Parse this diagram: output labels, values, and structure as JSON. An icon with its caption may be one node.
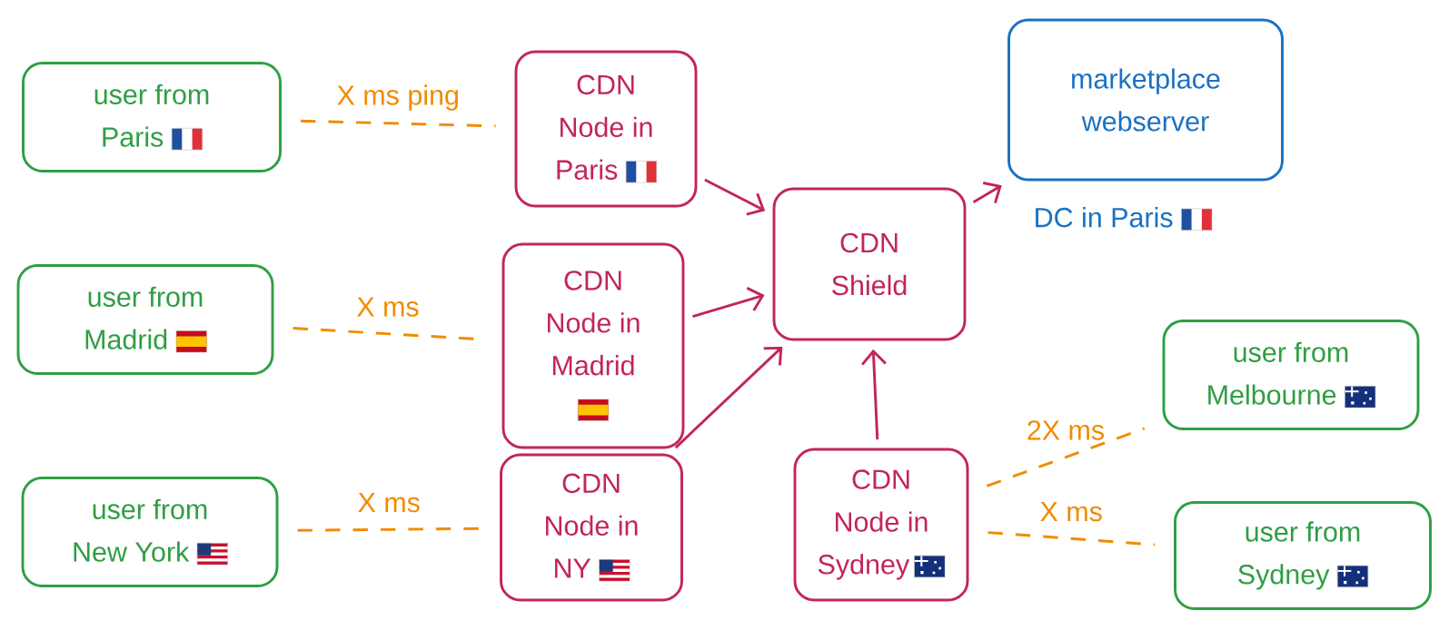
{
  "diagram": {
    "nodes": [
      {
        "text": [
          "user from Paris"
        ]
      },
      {
        "text": [
          "CDN Node in Paris"
        ]
      },
      {
        "text": [
          "marketplace webserver"
        ],
        "beside": [
          "DC in Paris"
        ]
      },
      {
        "text": [
          "user from Madrid"
        ]
      },
      {
        "text": [
          "CDN Node in Madrid"
        ]
      },
      {
        "text": [
          "CDN Shield"
        ]
      },
      {
        "text": [
          "user from Melbourne"
        ]
      },
      {
        "text": [
          "user from New York"
        ]
      },
      {
        "text": [
          "CDN Node in NY"
        ]
      },
      {
        "text": [
          "CDN Node in Sydney"
        ]
      },
      {
        "text": [
          "user from Sydney"
        ]
      }
    ],
    "edges": [
      {
        "from": 0,
        "to": 1,
        "arrow": "none",
        "label": "X ms ping",
        "style": "dashed",
        "color": "#f08c00"
      },
      {
        "from": 3,
        "to": 4,
        "arrow": "none",
        "label": "X ms",
        "style": "dashed",
        "color": "#f08c00"
      },
      {
        "from": 7,
        "to": 8,
        "arrow": "none",
        "label": "X ms",
        "style": "dashed",
        "color": "#f08c00"
      },
      {
        "from": 9,
        "to": 6,
        "arrow": "none",
        "label": "2X ms",
        "style": "dashed",
        "color": "#f08c00"
      },
      {
        "from": 9,
        "to": 10,
        "arrow": "none",
        "label": "X ms",
        "style": "dashed",
        "color": "#f08c00"
      },
      {
        "from": 1,
        "to": 5,
        "arrow": "to",
        "color": "#c2255c"
      },
      {
        "from": 4,
        "to": 5,
        "arrow": "to",
        "color": "#c2255c"
      },
      {
        "from": 8,
        "to": 5,
        "arrow": "to",
        "color": "#c2255c"
      },
      {
        "from": 9,
        "to": 5,
        "arrow": "to",
        "color": "#c2255c"
      },
      {
        "from": 5,
        "to": 2,
        "arrow": "to",
        "color": "#c2255c"
      }
    ]
  }
}
